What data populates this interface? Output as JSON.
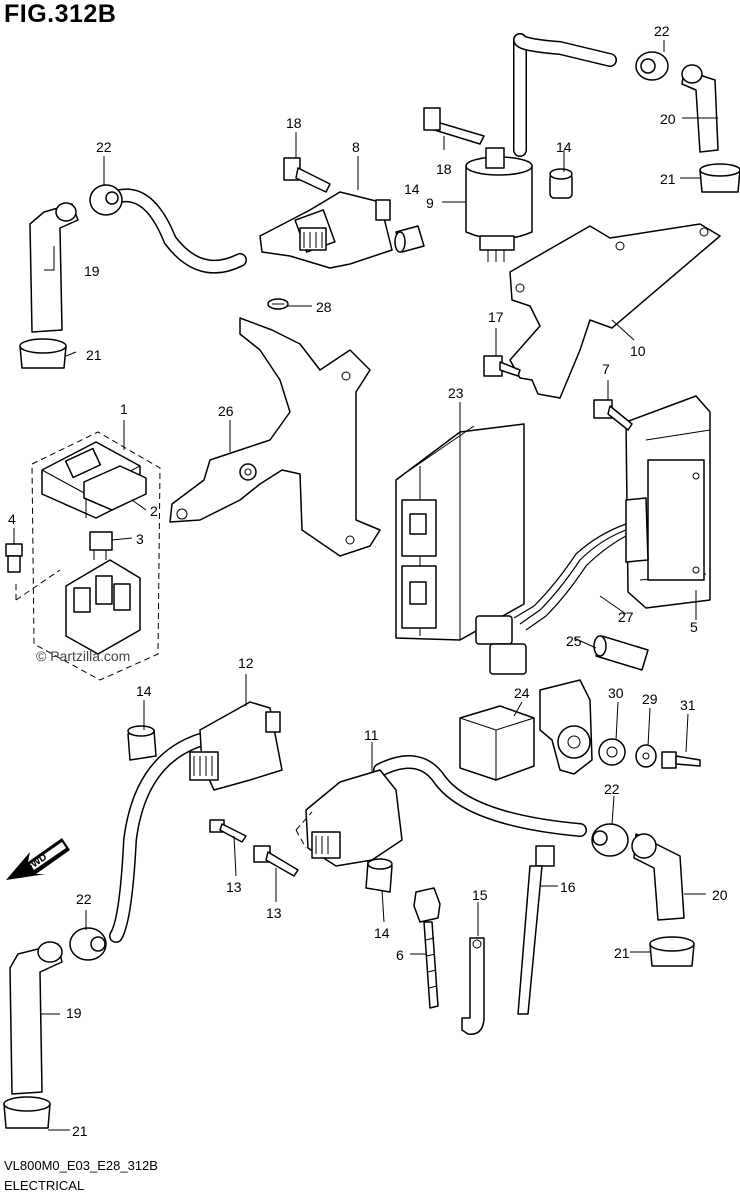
{
  "header": {
    "figure_title": "FIG.312B"
  },
  "footer": {
    "code": "VL800M0_E03_E28_312B",
    "section_title": "ELECTRICAL"
  },
  "watermark": "© Partzilla.com",
  "fwd_label": "FWD",
  "callouts": {
    "c1": "1",
    "c2": "2",
    "c3": "3",
    "c4": "4",
    "c5": "5",
    "c6": "6",
    "c7": "7",
    "c8": "8",
    "c9": "9",
    "c10": "10",
    "c11": "11",
    "c12": "12",
    "c13a": "13",
    "c13b": "13",
    "c14a": "14",
    "c14b": "14",
    "c14c": "14",
    "c14d": "14",
    "c15": "15",
    "c16": "16",
    "c17": "17",
    "c18a": "18",
    "c18b": "18",
    "c19a": "19",
    "c19b": "19",
    "c20a": "20",
    "c20b": "20",
    "c21a": "21",
    "c21b": "21",
    "c21c": "21",
    "c21d": "21",
    "c22a": "22",
    "c22b": "22",
    "c22c": "22",
    "c22d": "22",
    "c23": "23",
    "c24": "24",
    "c25": "25",
    "c26": "26",
    "c27": "27",
    "c28": "28",
    "c29": "29",
    "c30": "30",
    "c31": "31"
  }
}
